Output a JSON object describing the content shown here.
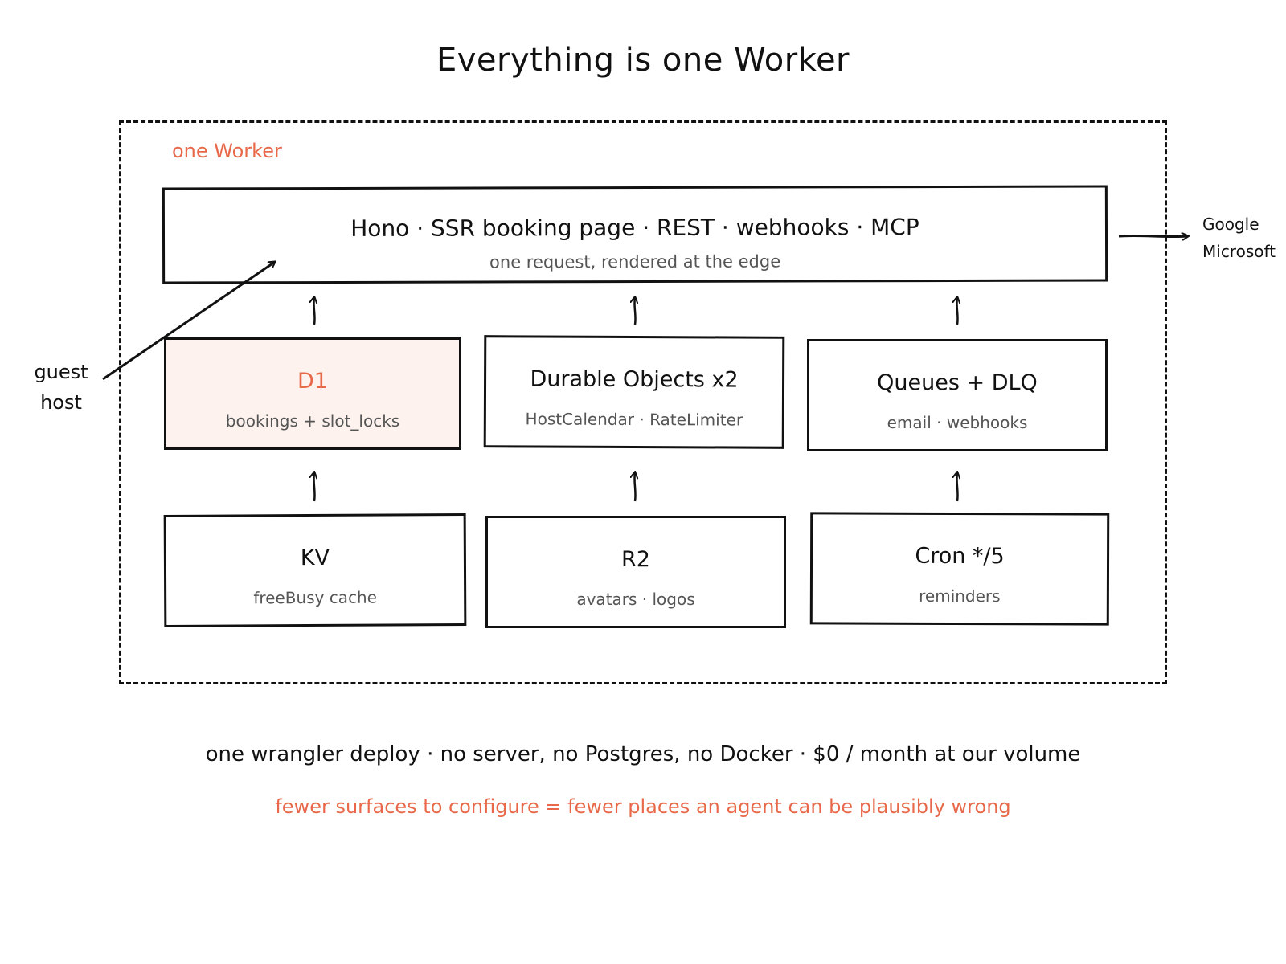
{
  "title": "Everything is one Worker",
  "worker": {
    "label": "one Worker"
  },
  "top_box": {
    "title": "Hono · SSR booking page · REST · webhooks · MCP",
    "subtitle": "one request, rendered at the edge"
  },
  "middle_row": [
    {
      "title": "D1",
      "subtitle": "bookings + slot_locks"
    },
    {
      "title": "Durable Objects x2",
      "subtitle": "HostCalendar · RateLimiter"
    },
    {
      "title": "Queues + DLQ",
      "subtitle": "email · webhooks"
    }
  ],
  "bottom_row": [
    {
      "title": "KV",
      "subtitle": "freeBusy cache"
    },
    {
      "title": "R2",
      "subtitle": "avatars · logos"
    },
    {
      "title": "Cron */5",
      "subtitle": "reminders"
    }
  ],
  "left_actor": {
    "line1": "guest",
    "line2": "host"
  },
  "right_targets": {
    "line1": "Google",
    "line2": "Microsoft"
  },
  "footer": {
    "main": "one wrangler deploy · no server, no Postgres, no Docker · $0 / month at our volume",
    "note": "fewer surfaces to configure = fewer places an agent can be plausibly wrong"
  },
  "colors": {
    "accent": "#e8694a",
    "highlight_fill": "#fdf2ee",
    "ink": "#111111",
    "muted": "#555555"
  }
}
